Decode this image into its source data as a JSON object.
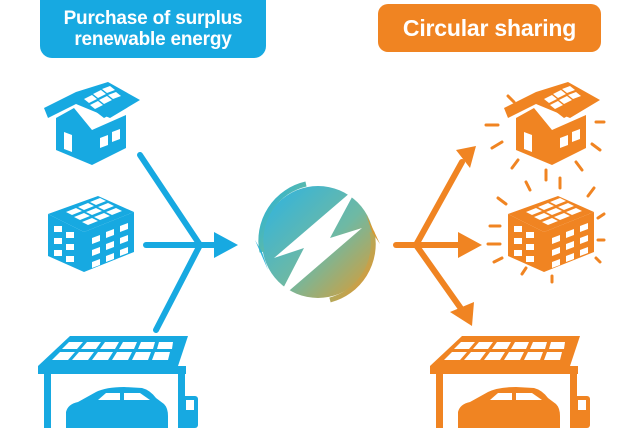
{
  "labels": {
    "left_line1": "Purchase of surplus",
    "left_line2": "renewable energy",
    "right": "Circular sharing"
  },
  "colors": {
    "blue": "#17a9e1",
    "orange": "#f08422",
    "teal": "#3bb5d6",
    "gold": "#d9a23a"
  },
  "icons": {
    "left": [
      "house-with-solar-icon",
      "building-with-solar-icon",
      "solar-carport-ev-icon"
    ],
    "center": "circular-energy-lightning-icon",
    "right": [
      "glowing-house-icon",
      "glowing-building-icon",
      "solar-carport-ev-icon"
    ]
  }
}
